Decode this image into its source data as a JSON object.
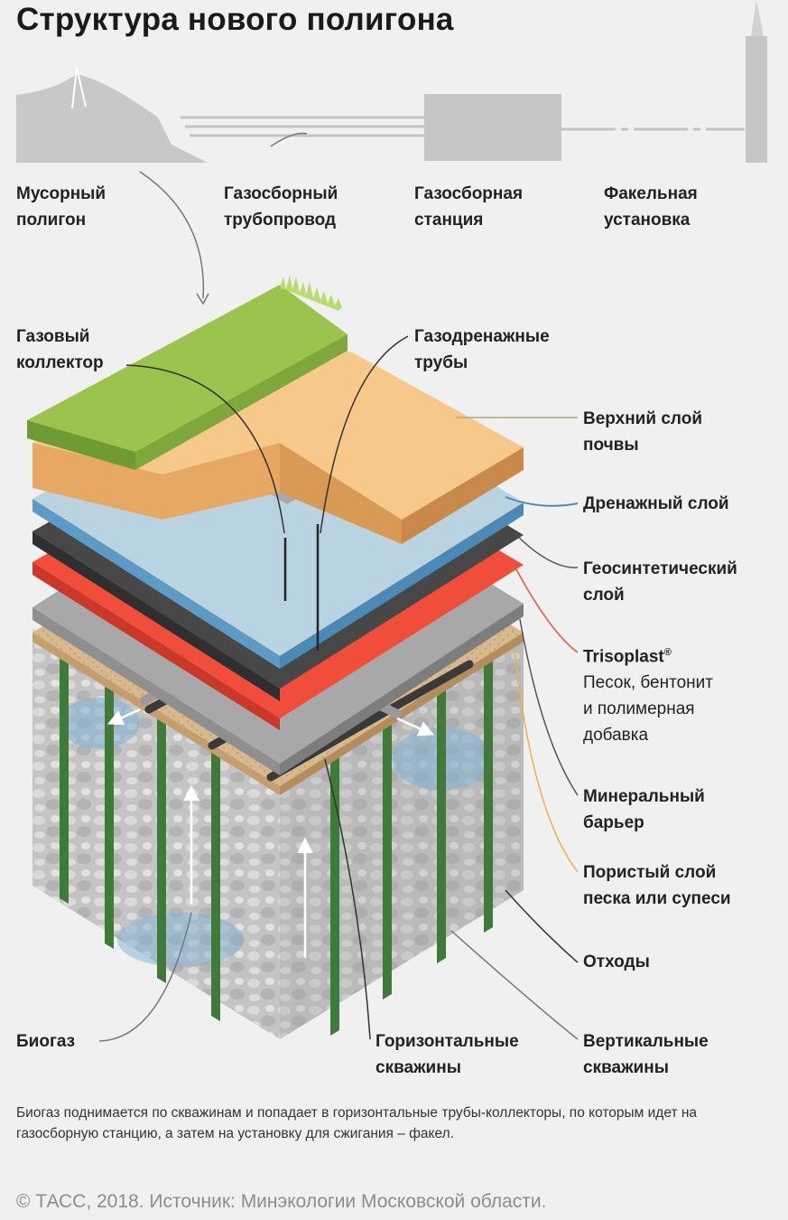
{
  "title": "Структура нового полигона",
  "process": [
    {
      "line1": "Мусорный",
      "line2": "полигон"
    },
    {
      "line1": "Газосборный",
      "line2": "трубопровод"
    },
    {
      "line1": "Газосборная",
      "line2": "станция"
    },
    {
      "line1": "Факельная",
      "line2": "установка"
    }
  ],
  "left_labels": {
    "gas_collector": {
      "line1": "Газовый",
      "line2": "коллектор"
    },
    "gas_drain_pipes": {
      "line1": "Газодренажные",
      "line2": "трубы"
    },
    "biogas": "Биогаз",
    "horizontal_wells": {
      "line1": "Горизонтальные",
      "line2": "скважины"
    }
  },
  "layers": {
    "topsoil": {
      "line1": "Верхний слой",
      "line2": "почвы",
      "color": "#f6c98a"
    },
    "drainage": {
      "line1": "Дренажный слой",
      "color": "#b9d3e0"
    },
    "geosynthetic": {
      "line1": "Геосинтетический",
      "line2": "слой",
      "color": "#4a4a4a"
    },
    "trisoplast": {
      "line1": "Trisoplast",
      "mark": "®",
      "line2": "Песок, бентонит",
      "line3": "и полимерная",
      "line4": "добавка",
      "color": "#f04e3b"
    },
    "mineral_barrier": {
      "line1": "Минеральный",
      "line2": "барьер",
      "color": "#a8a8a8"
    },
    "porous": {
      "line1": "Пористый слой",
      "line2": "песка или супеси",
      "color": "#d8b98d"
    },
    "waste": {
      "line1": "Отходы",
      "color": "#c9c9c9"
    },
    "vertical_wells": {
      "line1": "Вертикальные",
      "line2": "скважины",
      "color": "#3f7a3a"
    }
  },
  "grass_color": "#9bc44e",
  "caption": "Биогаз поднимается по скважинам и попадает в горизонтальные трубы-коллекторы, по которым идет на газосборную станцию, а затем на установку для сжигания – факел.",
  "copyright": "© ТАСС, 2018. Источник: Минэкологии Московской области."
}
